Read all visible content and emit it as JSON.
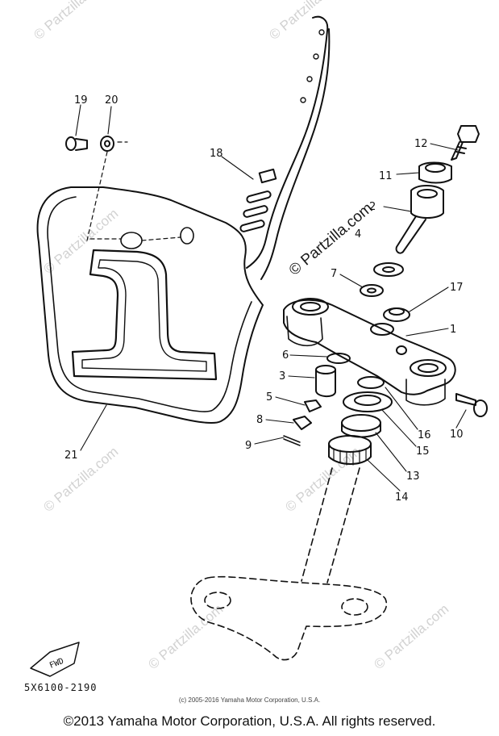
{
  "diagram": {
    "code": "5X6100-2190",
    "fwd_label": "FWD",
    "copyright_small": "(c) 2005-2016 Yamaha Motor Corporation, U.S.A.",
    "copyright_main": "©2013 Yamaha Motor Corporation, U.S.A. All rights reserved.",
    "plate_number": "1",
    "watermark_main": "© Partzilla.com",
    "watermark_faint": "© Partzilla.com",
    "callouts": {
      "c1": "1",
      "c2": "2",
      "c3": "3",
      "c4": "4",
      "c5": "5",
      "c6": "6",
      "c7": "7",
      "c8": "8",
      "c9": "9",
      "c10": "10",
      "c11": "11",
      "c12": "12",
      "c13": "13",
      "c14": "14",
      "c15": "15",
      "c16": "16",
      "c17": "17",
      "c18": "18",
      "c19": "19",
      "c20": "20",
      "c21": "21"
    }
  }
}
